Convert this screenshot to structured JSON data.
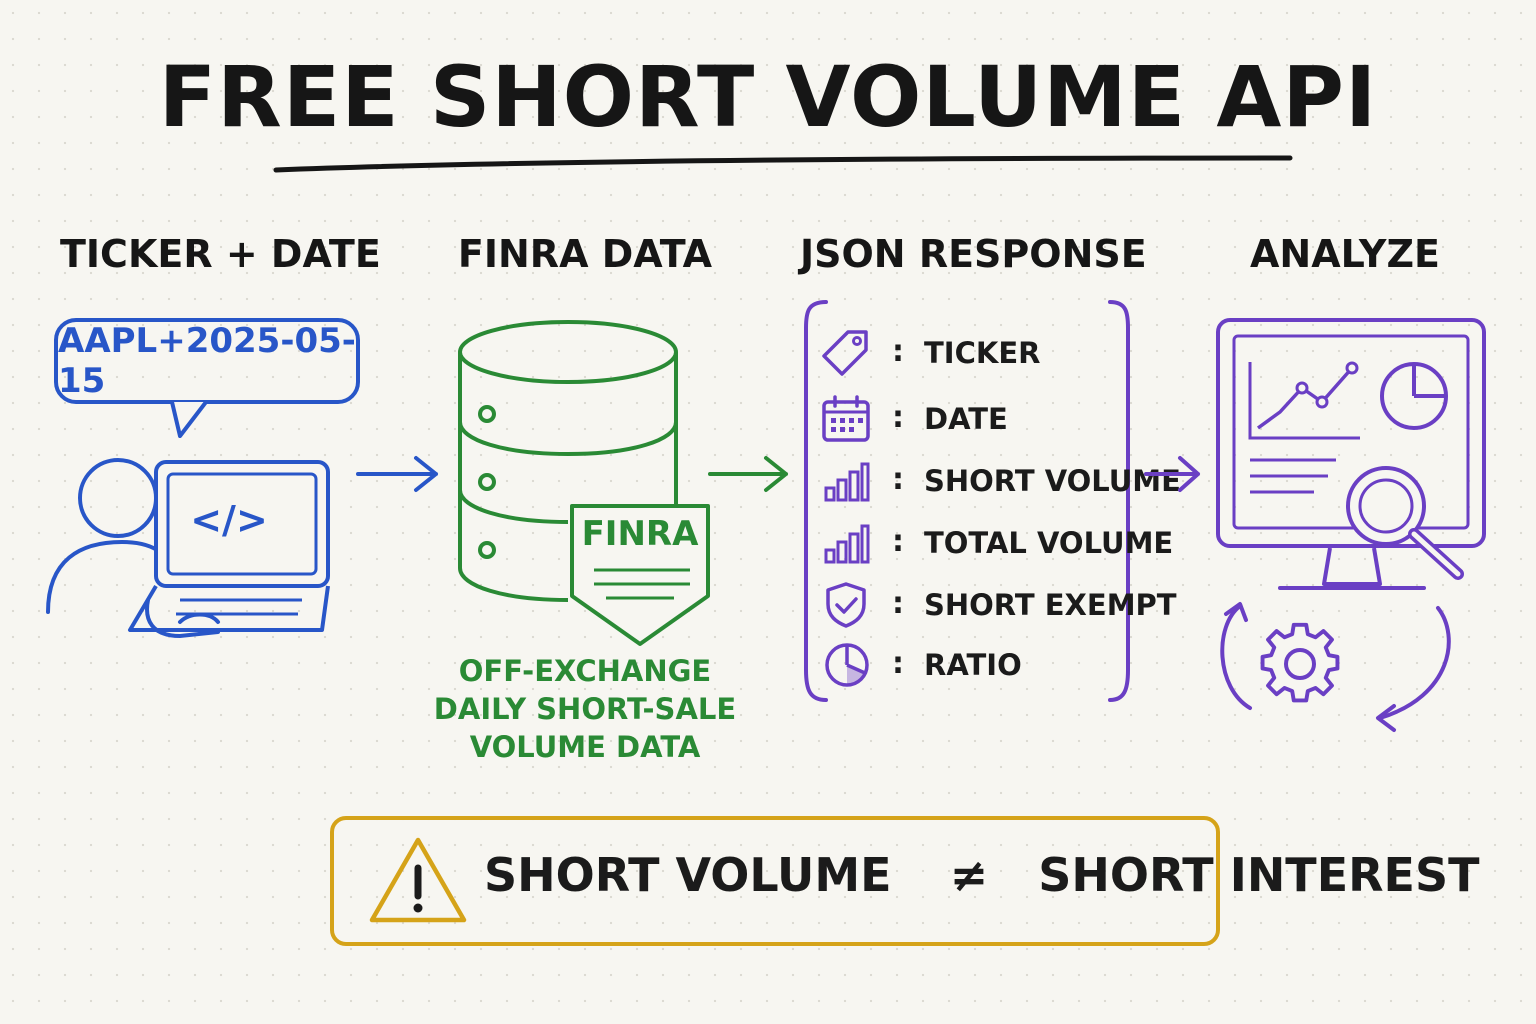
{
  "title": "FREE SHORT VOLUME API",
  "steps": [
    {
      "label": "TICKER + DATE",
      "color": "#2856c8"
    },
    {
      "label": "FINRA DATA",
      "color": "#2a8a35"
    },
    {
      "label": "JSON RESPONSE",
      "color": "#6a3fc4"
    },
    {
      "label": "ANALYZE",
      "color": "#6a3fc4"
    }
  ],
  "input": {
    "bubble_text": "AAPL+2025-05-15",
    "code_symbol": "</>"
  },
  "finra": {
    "badge": "FINRA",
    "caption_lines": [
      "OFF-EXCHANGE",
      "DAILY SHORT-SALE",
      "VOLUME DATA"
    ]
  },
  "json_fields": [
    {
      "icon": "tag-icon",
      "label": "TICKER"
    },
    {
      "icon": "calendar-icon",
      "label": "DATE"
    },
    {
      "icon": "bar-chart-icon",
      "label": "SHORT VOLUME"
    },
    {
      "icon": "bar-chart-icon",
      "label": "TOTAL VOLUME"
    },
    {
      "icon": "shield-check-icon",
      "label": "SHORT EXEMPT"
    },
    {
      "icon": "pie-chart-icon",
      "label": "RATIO"
    }
  ],
  "json_separator": ":",
  "warning": {
    "text_left": "SHORT VOLUME",
    "symbol": "≠",
    "text_right": "SHORT INTEREST",
    "color": "#d5a319"
  }
}
